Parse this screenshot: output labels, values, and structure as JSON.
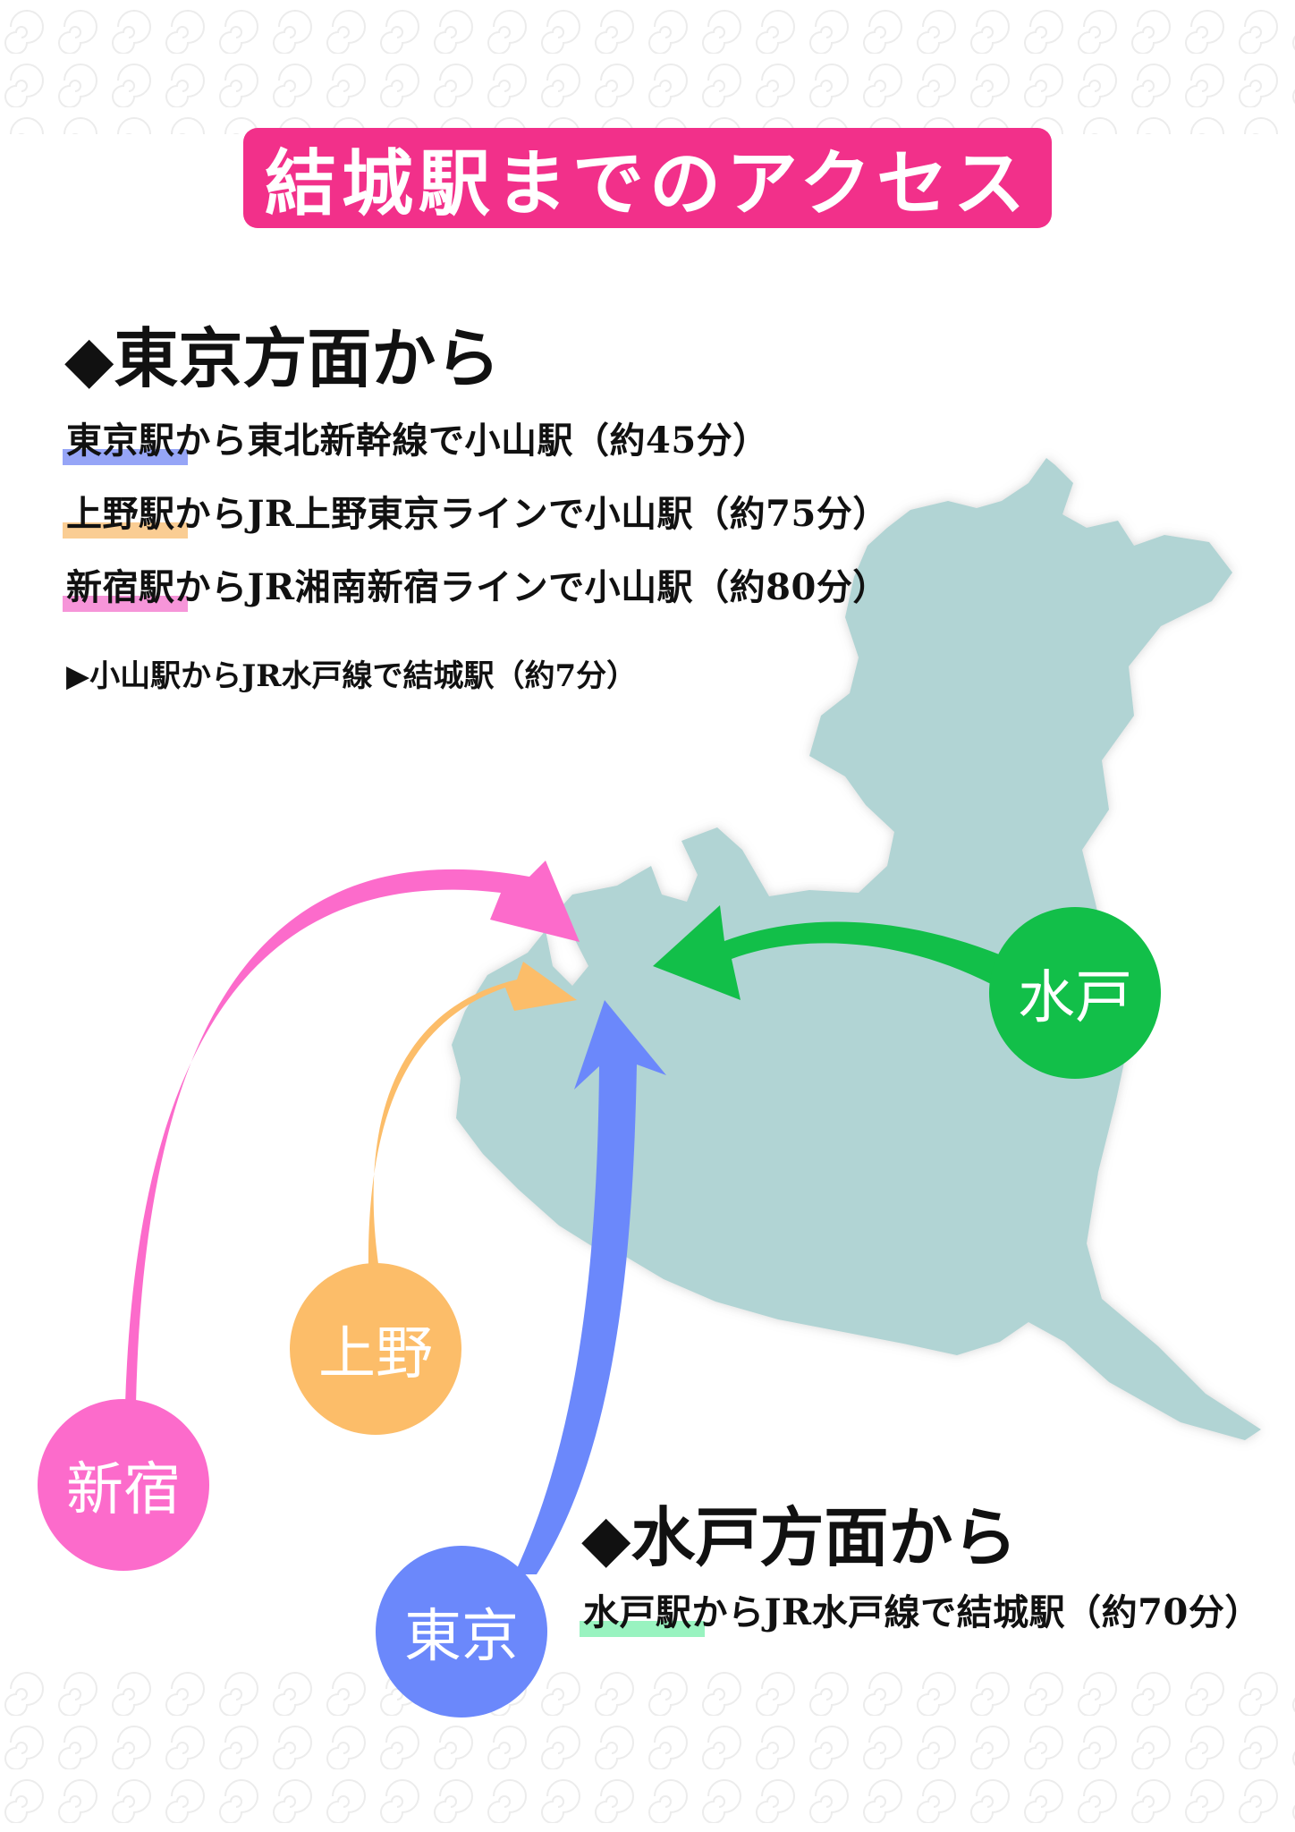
{
  "title": "結城駅までのアクセス",
  "tokyo_section": {
    "heading": "◆東京方面から",
    "routes": [
      {
        "text": "東京駅から東北新幹線で小山駅（約45分）",
        "highlight": "#7c8ef5"
      },
      {
        "text": "上野駅からJR上野東京ラインで小山駅（約75分）",
        "highlight": "#f9c078"
      },
      {
        "text": "新宿駅からJR湘南新宿ラインで小山駅（約80分）",
        "highlight": "#f47bd0"
      }
    ],
    "transfer": "▶小山駅からJR水戸線で結城駅（約7分）"
  },
  "mito_section": {
    "heading": "◆水戸方面から",
    "route": {
      "text": "水戸駅からJR水戸線で結城駅（約70分）",
      "highlight": "#7ff0b0"
    }
  },
  "origins": {
    "mito": {
      "label": "水戸",
      "color": "#12bf49"
    },
    "ueno": {
      "label": "上野",
      "color": "#fcbd69"
    },
    "shinjuku": {
      "label": "新宿",
      "color": "#fc6bcb"
    },
    "tokyo": {
      "label": "東京",
      "color": "#6b88fb"
    }
  },
  "colors": {
    "title_bg": "#f2308a",
    "map_fill": "#b1d4d4"
  }
}
